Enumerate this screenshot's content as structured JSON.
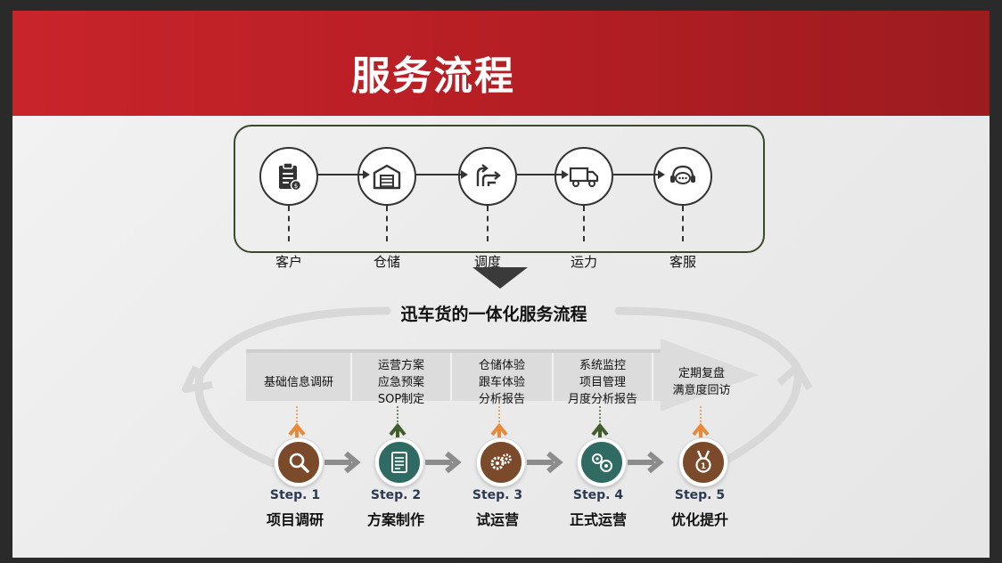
{
  "header": {
    "title": "服务流程"
  },
  "process": {
    "nodes": [
      {
        "label": "客户",
        "icon": "clipboard-icon"
      },
      {
        "label": "仓储",
        "icon": "warehouse-icon"
      },
      {
        "label": "调度",
        "icon": "route-icon"
      },
      {
        "label": "运力",
        "icon": "truck-icon"
      },
      {
        "label": "客服",
        "icon": "headset-chat-icon"
      }
    ]
  },
  "subtitle": "迅车货的一体化服务流程",
  "band": [
    {
      "lines": [
        "基础信息调研"
      ]
    },
    {
      "lines": [
        "运营方案",
        "应急预案",
        "SOP制定"
      ]
    },
    {
      "lines": [
        "仓储体验",
        "跟车体验",
        "分析报告"
      ]
    },
    {
      "lines": [
        "系统监控",
        "项目管理",
        "月度分析报告"
      ]
    },
    {
      "lines": [
        "定期复盘",
        "满意度回访"
      ]
    }
  ],
  "steps": [
    {
      "step": "Step. 1",
      "name": "项目调研",
      "color": "#7a4a2a",
      "arrow_color": "#e8893a",
      "icon": "magnifier-icon"
    },
    {
      "step": "Step. 2",
      "name": "方案制作",
      "color": "#2f6b62",
      "arrow_color": "#3f5e2c",
      "icon": "document-icon"
    },
    {
      "step": "Step. 3",
      "name": "试运营",
      "color": "#7a4a2a",
      "arrow_color": "#e8893a",
      "icon": "gears-icon"
    },
    {
      "step": "Step. 4",
      "name": "正式运营",
      "color": "#2f6b62",
      "arrow_color": "#3f5e2c",
      "icon": "cogs-icon"
    },
    {
      "step": "Step. 5",
      "name": "优化提升",
      "color": "#7a4a2a",
      "arrow_color": "#e8893a",
      "icon": "medal-icon"
    }
  ],
  "colors": {
    "header_red": "#c8242b",
    "box_border": "#3b4a2c",
    "band_grey": "#d9d9d9"
  }
}
